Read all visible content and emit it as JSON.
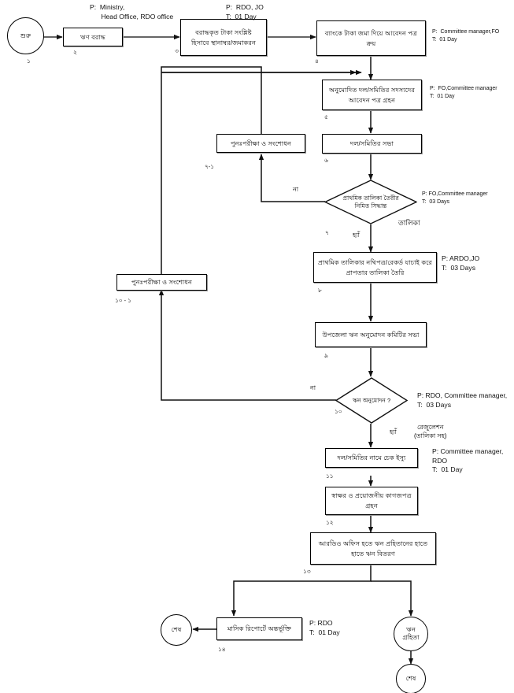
{
  "diagram": {
    "title": "Loan disbursement process flowchart",
    "language": "bn",
    "nodes": {
      "start": {
        "label": "শুরু",
        "num": "১"
      },
      "n2": {
        "label": "ঋণ বরাদ্ধ",
        "num": "২"
      },
      "n3": {
        "line1": "বরাদ্ধকৃত টাকা সংশ্লিষ্ট",
        "line2": "হিসাবে স্থানাম্বর/জমাকরন",
        "num": "৩"
      },
      "n4": {
        "line1": "ব্যাংকে টাকা জমা দিয়ে আবেদন পত্র",
        "line2": "ক্রয়",
        "num": "৪"
      },
      "n5": {
        "line1": "অনুমোদিত দল/সমিতির সদস্যদের",
        "line2": "আবেদন পত্র গ্রহন",
        "num": "৫"
      },
      "n6": {
        "label": "দল/সমিতির সভা",
        "num": "৬"
      },
      "d7": {
        "line1": "প্রাথমিক তালিকা তৈরীর",
        "line2": "নিমিত্ত সিদ্ধান্ত",
        "num": "৭"
      },
      "n71": {
        "label": "পুনঃপরীক্ষা ও সংশোধন",
        "num": "৭-১"
      },
      "n8": {
        "line1": "প্রাথমিক তালিকার নথিপত্র/রেকর্ড যাচাই করে",
        "line2": "প্রাপতার তালিকা তৈরি",
        "num": "৮"
      },
      "n9": {
        "label": "উপজেলা ঋন অনুমোদন কমিটির সভা",
        "num": "৯"
      },
      "d10": {
        "label": "ঋন অনুমোদন ?",
        "num": "১০"
      },
      "n101": {
        "label": "পুনঃপরীক্ষা ও সংশোধন",
        "num": "১০ - ১"
      },
      "n11": {
        "label": "দল/সমিতির নামে চেক ইস্যু",
        "num": "১১"
      },
      "n12": {
        "line1": "স্বাক্ষর ও প্রয়োজনীয় কাগজপত্র",
        "line2": "গ্রহন",
        "num": "১২"
      },
      "n13": {
        "line1": "আরডিও অফিস হতে ঋন  প্রহিতানের হাতে",
        "line2": "হাতে ঋন  বিতরণ",
        "num": "১৩"
      },
      "n14": {
        "label": "মাসিক রিপোর্টে অন্তর্ভূক্তি",
        "num": "১৪"
      },
      "end_left": {
        "label": "শেষ"
      },
      "borrower": {
        "line1": "ঋন",
        "line2": "গ্রহিতা"
      },
      "end_right": {
        "label": "শেষ"
      }
    },
    "annotations": [
      {
        "key": "a1",
        "text": "P:  Ministry,\n      Head Office, RDO office"
      },
      {
        "key": "a2",
        "text": "P:  RDO, JO\nT:  01 Day"
      },
      {
        "key": "a3",
        "text": "P:  Committee manager,FO\nT:  01 Day"
      },
      {
        "key": "a4",
        "text": "P:  FO,Committee manager\nT:  01 Day"
      },
      {
        "key": "a5",
        "text": "P: FO,Committee manager\nT:  03 Days"
      },
      {
        "key": "a6",
        "text": "P: ARDO,JO\nT:  03 Days"
      },
      {
        "key": "a7",
        "text": "P: RDO, Committee manager,\nT:  03 Days"
      },
      {
        "key": "a8",
        "text": "P: Committee manager,\nRDO\nT:  01 Day"
      },
      {
        "key": "a9",
        "text": "P: RDO\nT:  01 Day"
      }
    ],
    "edge_labels": {
      "d7_no": "না",
      "d7_yes": "হ্যাঁ",
      "d7_list": "তালিকা",
      "d10_no": "না",
      "d10_yes": "হ্যাঁ",
      "d10_resolution_l1": "রেজুলেশন",
      "d10_resolution_l2": "(তালিকা সহ)"
    }
  }
}
